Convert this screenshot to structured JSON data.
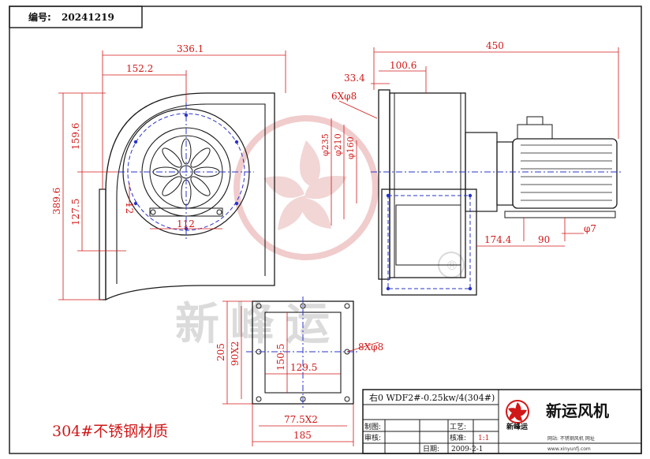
{
  "header": {
    "serial_label": "编号:",
    "serial_number": "20241219"
  },
  "material_note": "304#不锈钢材质",
  "model_line": "右0 WDF2#-0.25kw/4(304#)",
  "dimensions": {
    "overall_width": "336.1",
    "center_offset": "152.2",
    "total_height": "389.6",
    "upper_height": "159.6",
    "lower_height": "127.5",
    "inlet_span": "112",
    "small_offset": "12",
    "side_total": "450",
    "side_offset": "100.6",
    "inner_offset": "33.4",
    "hole_spec_top": "6Xφ8",
    "dia_235": "φ235",
    "dia_210": "φ210",
    "dia_160": "φ160",
    "motor_offset": "174.4",
    "foot_span": "90",
    "foot_hole": "φ7",
    "flange_height": "205",
    "flange_pitch_v": "90X2",
    "outlet_height": "150.5",
    "outlet_width": "129.5",
    "hole_spec_flange": "8Xφ8",
    "flange_pitch_h": "77.5X2",
    "flange_width": "185"
  },
  "title_block": {
    "row_draw": "制图:",
    "row_review": "审核:",
    "row_date": "日期:",
    "row_process": "工艺:",
    "row_check": "核准:",
    "scale": "1:1",
    "date_value": "2009-2-1"
  },
  "brand": {
    "name": "新运风机",
    "logo_text": "新峰运",
    "website_line": "网站: 不锈钢风机 网址",
    "url_line": "www.xinyunfj.com"
  },
  "watermark": {
    "text": "新峰运",
    "registered": "®"
  },
  "colors": {
    "dimension": "#d01818",
    "ink": "#1a1a1a",
    "centerline": "#2a34c8",
    "watermark": "#cfcfcf"
  }
}
